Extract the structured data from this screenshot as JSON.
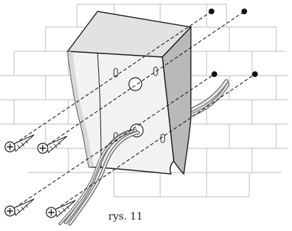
{
  "figure": {
    "caption": "rys. 11",
    "colors": {
      "background": "#ffffff",
      "wall_lines": "#c8c8c8",
      "ink": "#1a1a1a",
      "box_front": "#f2f2f2",
      "box_side": "#b9b9b9",
      "box_top": "#e2e2e2",
      "box_inner": "#8e8e8e",
      "cable": "#9a9a9a"
    },
    "icons": [
      "brick-wall",
      "mounting-box",
      "screw-icon",
      "anchor-dot",
      "cable",
      "dashed-guide-line"
    ]
  }
}
